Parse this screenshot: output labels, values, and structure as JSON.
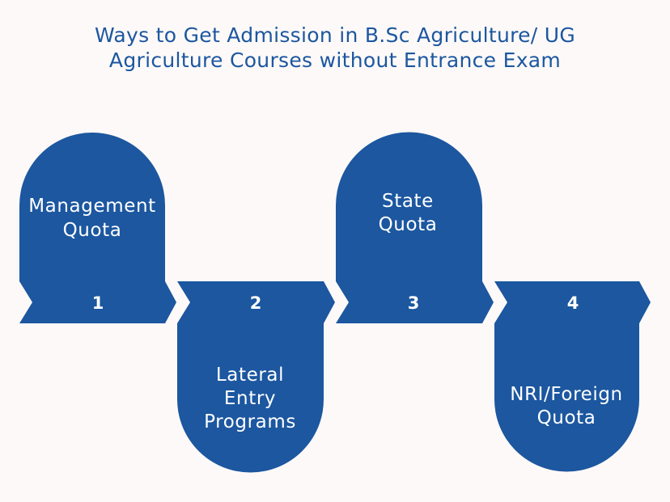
{
  "title": {
    "line1": "Ways to Get Admission in B.Sc Agriculture/ UG",
    "line2": "Agriculture Courses without Entrance Exam"
  },
  "steps": [
    {
      "number": "1",
      "label_lines": [
        "Management",
        "Quota"
      ]
    },
    {
      "number": "2",
      "label_lines": [
        "Lateral",
        "Entry",
        "Programs"
      ]
    },
    {
      "number": "3",
      "label_lines": [
        "State",
        "Quota"
      ]
    },
    {
      "number": "4",
      "label_lines": [
        "NRI/Foreign",
        "Quota"
      ]
    }
  ],
  "colors": {
    "shape": "#1c57a0",
    "title": "#1c57a0",
    "background": "#fdf9f8",
    "text": "#ffffff"
  }
}
